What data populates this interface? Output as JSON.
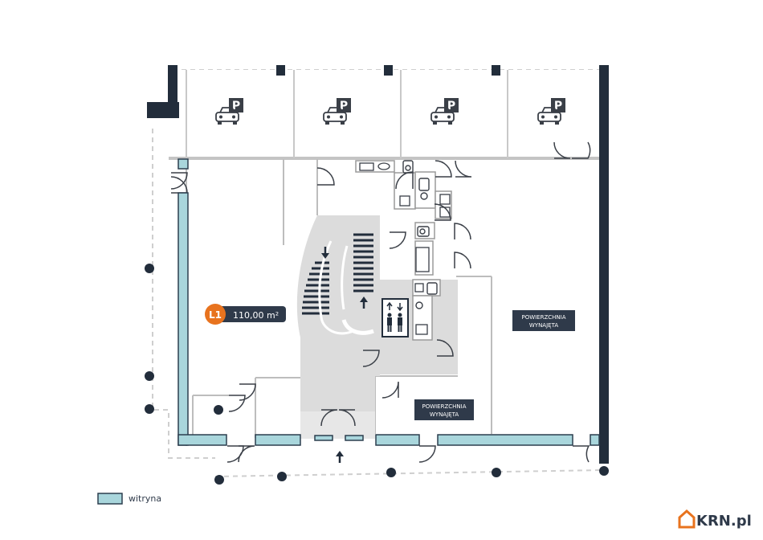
{
  "unit": {
    "badge": "L1",
    "area": "110,00 m²",
    "badge_color": "#e8731e",
    "label_bg": "#2f3a4a"
  },
  "rented_label": {
    "line1": "POWIERZCHNIA",
    "line2": "WYNAJĘTA"
  },
  "parking": {
    "symbol": "P",
    "spaces": 4
  },
  "legend": {
    "witryna": "witryna"
  },
  "logo": {
    "text": "KRN.pl",
    "color": "#e8731e"
  },
  "colors": {
    "wall": "#222d3b",
    "glass": "#a9d6dc",
    "core": "#dcdcdc",
    "line": "#b9b9b9"
  }
}
